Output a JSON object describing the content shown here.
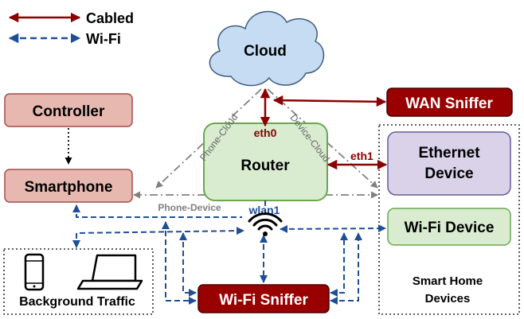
{
  "legend": {
    "cabled": "Cabled",
    "wifi": "Wi-Fi"
  },
  "nodes": {
    "cloud": "Cloud",
    "router": "Router",
    "wan_sniffer": "WAN Sniffer",
    "controller": "Controller",
    "smartphone": "Smartphone",
    "ethernet_device_line1": "Ethernet",
    "ethernet_device_line2": "Device",
    "wifi_device": "Wi-Fi Device",
    "wifi_sniffer": "Wi-Fi Sniffer",
    "background_traffic": "Background Traffic",
    "smart_home_line1": "Smart Home",
    "smart_home_line2": "Devices"
  },
  "interfaces": {
    "eth0": "eth0",
    "eth1": "eth1",
    "wlan1": "wlan1"
  },
  "flows": {
    "phone_cloud": "Phone-Cloud",
    "device_cloud": "Device-Cloud",
    "phone_device": "Phone-Device"
  },
  "colors": {
    "cabled": "#8b0000",
    "wifi": "#1f4e99",
    "flow": "#808080",
    "cloud_fill": "#c5dcf3",
    "router_fill": "#d9ecd0",
    "router_stroke": "#6aa84f",
    "pink_fill": "#e6b8b0",
    "pink_stroke": "#a64d4d",
    "purple_fill": "#d9d2e9",
    "green_fill": "#d9ecd0",
    "sniffer_fill": "#990000"
  },
  "icons": [
    "wifi-signal-icon",
    "smartphone-icon",
    "laptop-icon"
  ]
}
